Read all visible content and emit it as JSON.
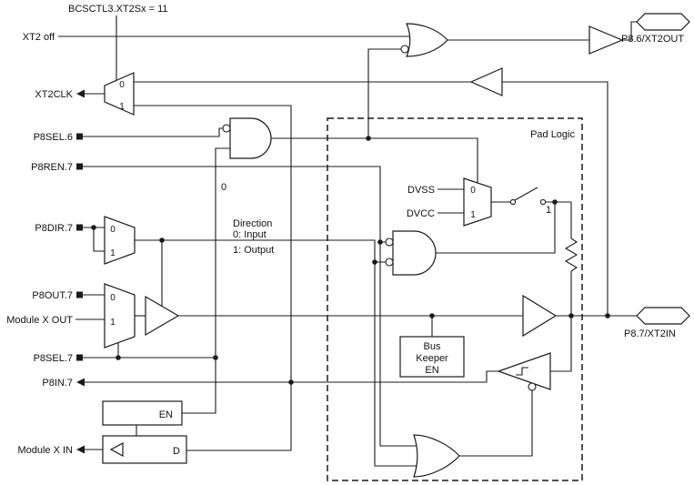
{
  "header": {
    "bcsctl_note": "BCSCTL3.XT2Sx = 11"
  },
  "left_signals": {
    "xt2_off": "XT2 off",
    "xt2clk": "XT2CLK",
    "p8sel6": "P8SEL.6",
    "p8ren7": "P8REN.7",
    "p8dir7": "P8DIR.7",
    "p8out7": "P8OUT.7",
    "module_x_out": "Module X OUT",
    "p8sel7": "P8SEL.7",
    "p8in7": "P8IN.7",
    "module_x_in": "Module X IN"
  },
  "pads": {
    "p86": "P8.6/XT2OUT",
    "p87": "P8.7/XT2IN"
  },
  "pad_logic": {
    "title": "Pad Logic",
    "dvss": "DVSS",
    "dvcc": "DVCC",
    "switch_label": "1",
    "bus_keeper_line1": "Bus",
    "bus_keeper_line2": "Keeper",
    "bus_keeper_line3": "EN"
  },
  "annotations": {
    "direction_title": "Direction",
    "direction_0": "0: Input",
    "direction_1": "1: Output",
    "const_zero": "0",
    "en_label": "EN",
    "d_label": "D"
  },
  "mux": {
    "zero": "0",
    "one": "1"
  }
}
